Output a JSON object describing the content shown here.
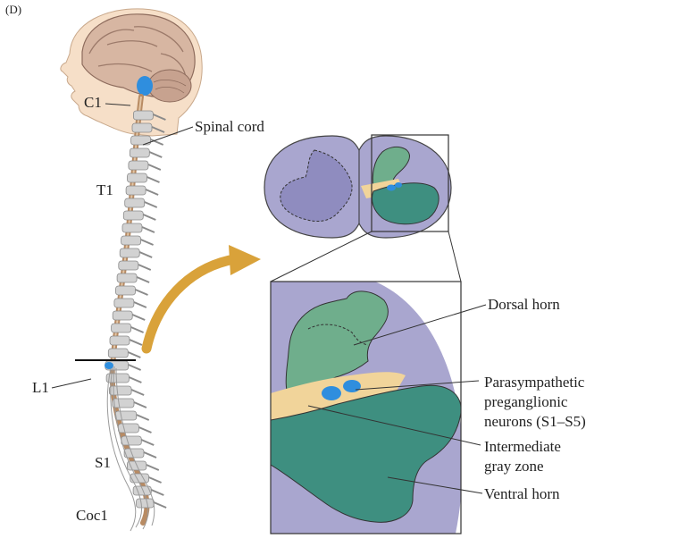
{
  "panel_label": "(D)",
  "spine_levels": {
    "c1": "C1",
    "t1": "T1",
    "l1": "L1",
    "s1": "S1",
    "coc1": "Coc1"
  },
  "callouts": {
    "spinal_cord": "Spinal cord",
    "dorsal_horn": "Dorsal horn",
    "parasympathetic": [
      "Parasympathetic",
      "preganglionic",
      "neurons (S1–S5)"
    ],
    "intermediate": [
      "Intermediate",
      "gray zone"
    ],
    "ventral_horn": "Ventral horn"
  },
  "colors": {
    "dorsal_horn": "#6fae8c",
    "ventral_horn": "#3e8f80",
    "intermediate_zone": "#f1d49a",
    "neurons": "#2f8ede",
    "white_matter": "#a9a6cf",
    "arrow": "#d9a23a",
    "cord": "#b88b63",
    "vertebrae": "#c9c9c9"
  }
}
